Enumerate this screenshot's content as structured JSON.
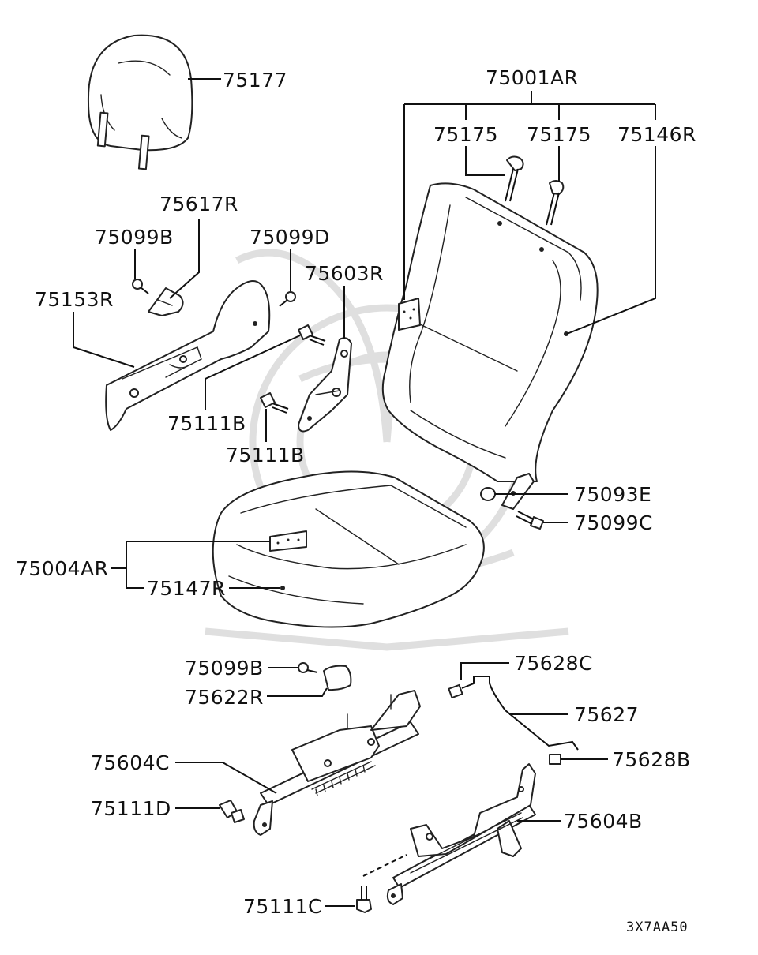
{
  "diagram_code": "3X7AA50",
  "labels": {
    "l75177": "75177",
    "l75001AR": "75001AR",
    "l75175a": "75175",
    "l75175b": "75175",
    "l75146R": "75146R",
    "l75617R": "75617R",
    "l75099B_top": "75099B",
    "l75099D": "75099D",
    "l75603R": "75603R",
    "l75153R": "75153R",
    "l75111B_a": "75111B",
    "l75111B_b": "75111B",
    "l75093E": "75093E",
    "l75099C": "75099C",
    "l75004AR": "75004AR",
    "l75147R": "75147R",
    "l75099B_bot": "75099B",
    "l75622R": "75622R",
    "l75628C": "75628C",
    "l75627": "75627",
    "l75628B": "75628B",
    "l75604C": "75604C",
    "l75111D": "75111D",
    "l75604B": "75604B",
    "l75111C": "75111C"
  }
}
